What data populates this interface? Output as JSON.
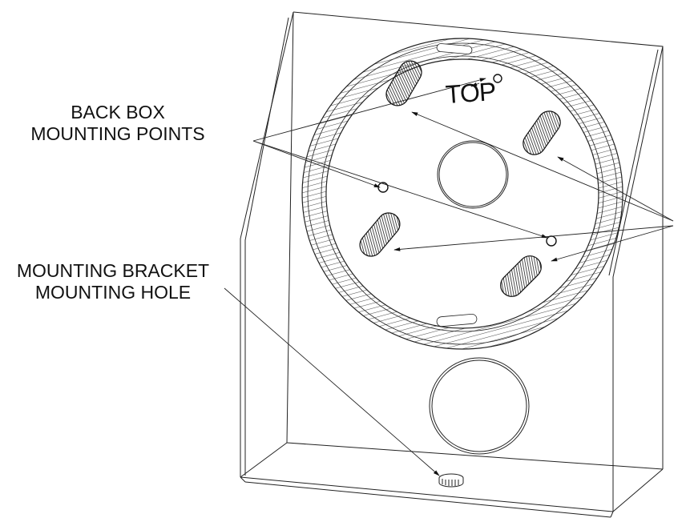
{
  "labels": {
    "back_box_line1": "BACK BOX",
    "back_box_line2": "MOUNTING POINTS",
    "bracket_line1": "MOUNTING BRACKET",
    "bracket_line2": "MOUNTING HOLE",
    "top_marker": "TOP"
  },
  "colors": {
    "line": "#222222",
    "hatch": "#555555",
    "slot_fill": "#333333"
  }
}
